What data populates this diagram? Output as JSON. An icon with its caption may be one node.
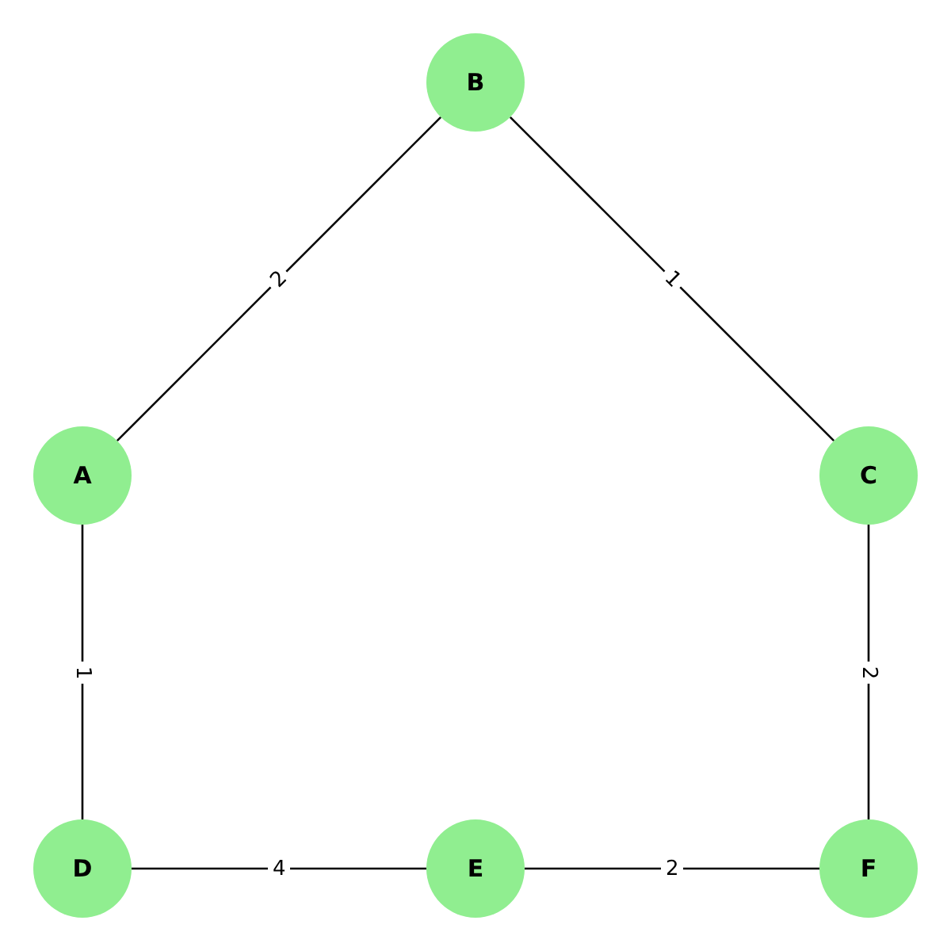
{
  "diagram": {
    "nodes": [
      {
        "text": [
          "B"
        ]
      },
      {
        "text": [
          "A"
        ]
      },
      {
        "text": [
          "C"
        ]
      },
      {
        "text": [
          "D"
        ]
      },
      {
        "text": [
          "E"
        ]
      },
      {
        "text": [
          "F"
        ]
      }
    ],
    "edges": [
      {
        "from": 1,
        "to": 0,
        "arrow": "none",
        "label": "2"
      },
      {
        "from": 0,
        "to": 2,
        "arrow": "none",
        "label": "1"
      },
      {
        "from": 1,
        "to": 3,
        "arrow": "none",
        "label": "1"
      },
      {
        "from": 2,
        "to": 5,
        "arrow": "none",
        "label": "2"
      },
      {
        "from": 3,
        "to": 4,
        "arrow": "none",
        "label": "4"
      },
      {
        "from": 4,
        "to": 5,
        "arrow": "none",
        "label": "2"
      }
    ]
  }
}
